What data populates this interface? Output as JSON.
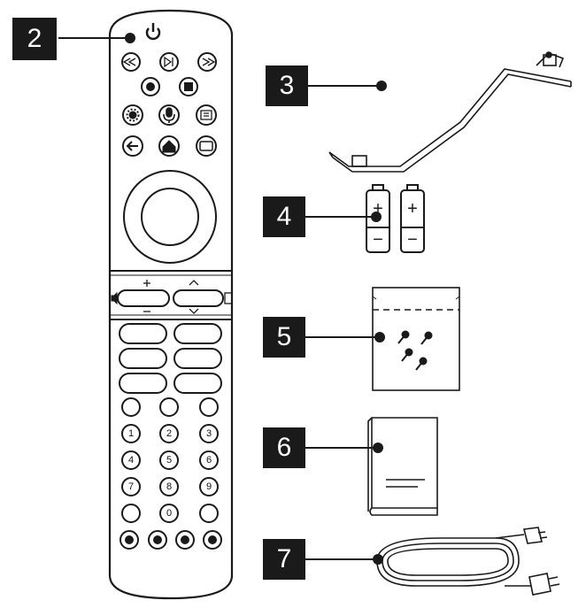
{
  "callouts": {
    "c2": "2",
    "c3": "3",
    "c4": "4",
    "c5": "5",
    "c6": "6",
    "c7": "7"
  },
  "remote": {
    "numbers": [
      "1",
      "2",
      "3",
      "4",
      "5",
      "6",
      "7",
      "8",
      "9",
      "0"
    ]
  },
  "battery": {
    "plus": "+",
    "minus": "−"
  },
  "icons": {
    "power": "power-icon",
    "home": "home-icon",
    "back": "back-arrow-icon",
    "settings": "gear-icon",
    "mic": "microphone-icon"
  },
  "colors": {
    "ink": "#1a1a1a",
    "paper": "#ffffff",
    "badge": "#1a1a1a"
  }
}
